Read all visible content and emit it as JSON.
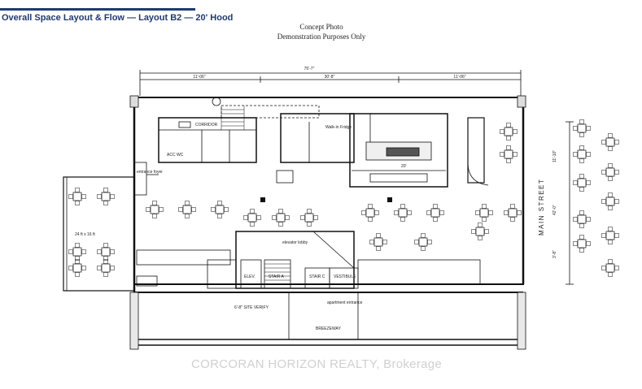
{
  "header": {
    "title": "Overall Space Layout & Flow — Layout B2 — 20' Hood",
    "accent_color": "#1f3a72"
  },
  "caption": {
    "line1": "Concept Photo",
    "line2": "Demonstration Purposes Only"
  },
  "dimensions": {
    "overall": "75'-7\"",
    "seg1": "11'-06\"",
    "seg2": "30'-8\"",
    "seg3": "11'-06\"",
    "right_top": "11'-10\"",
    "right_total": "42'-0\"",
    "right_bottom": "3'-8\"",
    "site_verify": "6'-8\" SITE VERIFY"
  },
  "rooms": {
    "corridor": "CORRIDOR",
    "acc_wc": "ACC WC",
    "walk_in": "Walk-in Fridge",
    "entrance_foyer": "entrance foyer",
    "patio": "24 ft x 16 ft",
    "elevator_lobby": "elevator lobby",
    "elev": "ELEV.",
    "stair_a": "STAIR A",
    "stair_c": "STAIR C",
    "vestibule": "VESTIBULE",
    "apartment_entrance": "apartment entrance",
    "breezeway": "BREEZEWAY",
    "hood": "20'"
  },
  "street": {
    "label": "MAIN STREET"
  },
  "watermark": "CORCORAN HORIZON REALTY, Brokerage"
}
